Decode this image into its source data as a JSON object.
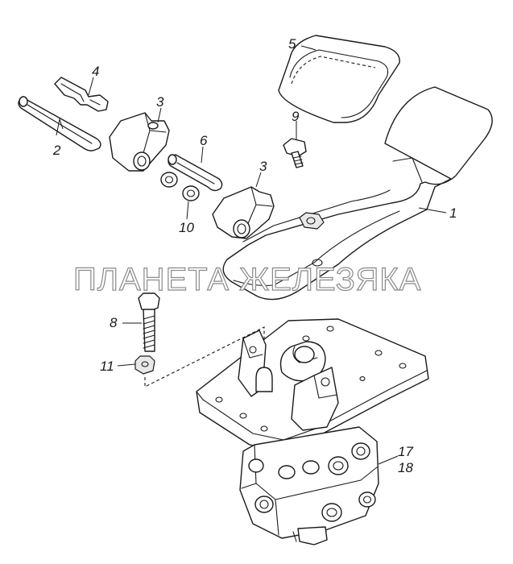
{
  "watermark": "ПЛАНЕТА ЖЕЛЕЗЯКА",
  "callouts": {
    "c1": "1",
    "c2": "2",
    "c3a": "3",
    "c3b": "3",
    "c4": "4",
    "c5": "5",
    "c6": "6",
    "c8": "8",
    "c9": "9",
    "c10": "10",
    "c11": "11",
    "c17": "17",
    "c18": "18"
  }
}
